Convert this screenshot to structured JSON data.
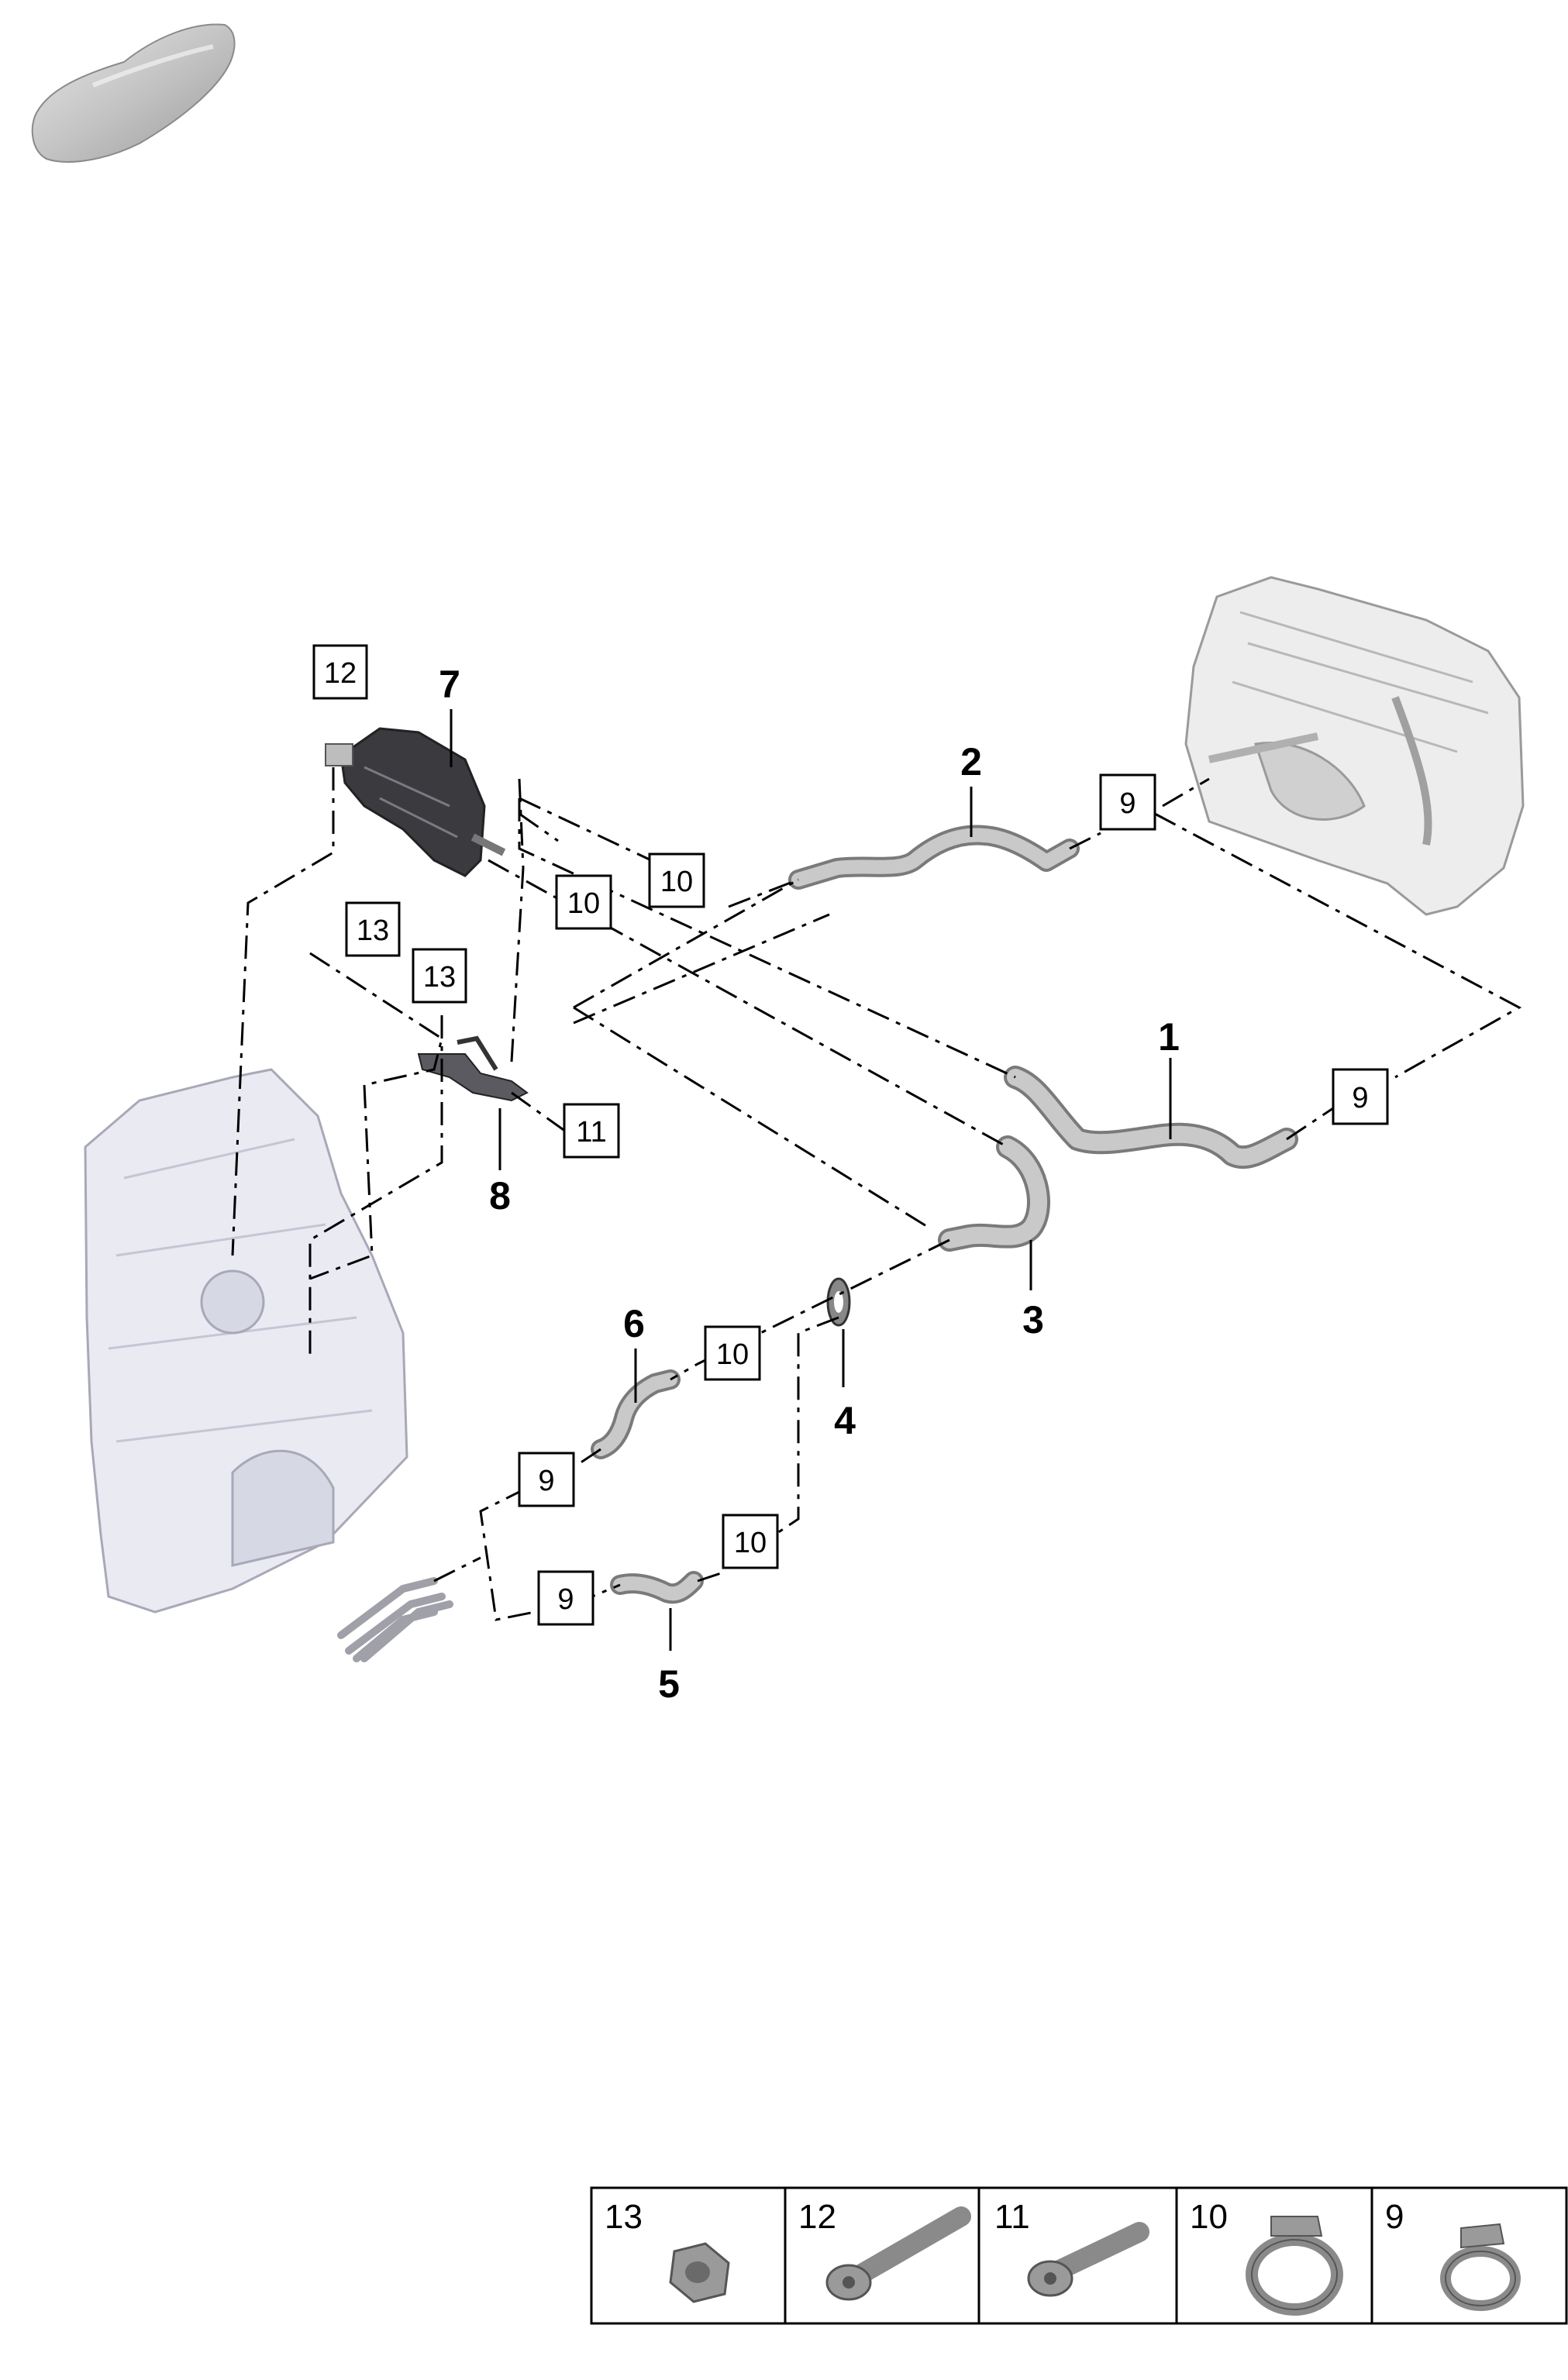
{
  "diagram": {
    "part_numbers": [
      "1",
      "2",
      "3",
      "4",
      "5",
      "6",
      "7",
      "8"
    ],
    "callouts": [
      "9",
      "10",
      "11",
      "12",
      "13"
    ],
    "legend": [
      {
        "number": "13",
        "icon": "nut-icon"
      },
      {
        "number": "12",
        "icon": "long-bolt-icon"
      },
      {
        "number": "11",
        "icon": "bolt-icon"
      },
      {
        "number": "10",
        "icon": "hose-clamp-icon"
      },
      {
        "number": "9",
        "icon": "hose-clamp-small-icon"
      }
    ]
  }
}
